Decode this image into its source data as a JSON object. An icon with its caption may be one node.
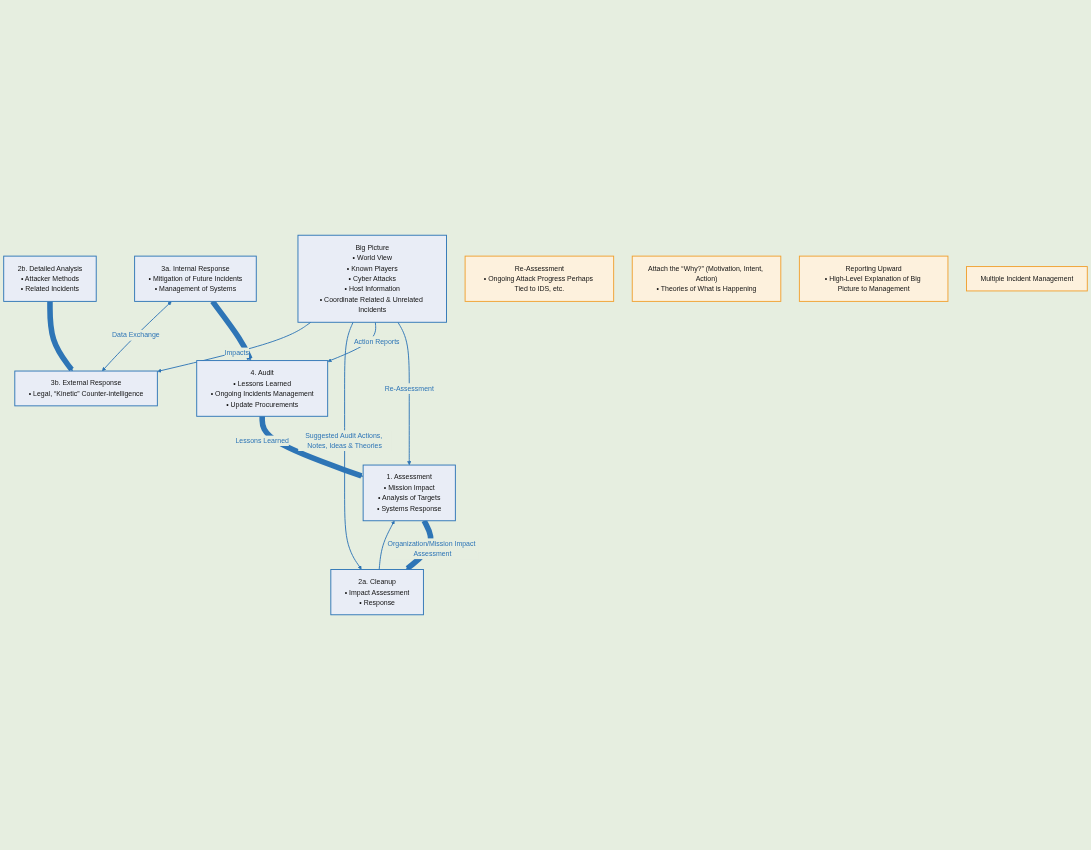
{
  "diagram": {
    "nodes": [
      {
        "text": [
          "1. Assessment",
          "• Mission Impact",
          "• Analysis of Targets",
          "• Systems Response"
        ]
      },
      {
        "text": [
          "4. Audit",
          "• Lessons Learned",
          "• Ongoing Incidents Management",
          "• Update Procurements"
        ]
      },
      {
        "text": [
          "Big Picture",
          "• World View",
          "• Known Players",
          "• Cyber Attacks",
          "• Host Information",
          "• Coordinate Related & Unrelated Incidents"
        ]
      },
      {
        "text": [
          "2a. Cleanup",
          "• Impact Assessment",
          "• Response"
        ]
      },
      {
        "text": [
          "2b. Detailed Analysis",
          "• Attacker Methods",
          "• Related Incidents"
        ]
      },
      {
        "text": [
          "3a. Internal Response",
          "• Mitigation of Future Incidents",
          "• Management of Systems"
        ]
      },
      {
        "text": [
          "3b. External Response",
          "• Legal, “Kinetic” Counter-intelligence"
        ]
      },
      {
        "text": [
          "Re-Assessment",
          "• Ongoing Attack Progress Perhaps Tied to IDS, etc."
        ]
      },
      {
        "text": [
          "Attach the “Why?” (Motivation, Intent, Action)",
          "• Theories of What is Happening"
        ]
      },
      {
        "text": [
          "Reporting Upward",
          "• High-Level Explanation of Big Picture to Management"
        ]
      },
      {
        "text": [
          "Multiple Incident Management"
        ]
      }
    ],
    "edges": [
      {
        "from": 1,
        "to": 0,
        "arrow": "to",
        "label": "Lessons Learned",
        "style": "thick"
      },
      {
        "from": 0,
        "to": 3,
        "arrow": "to",
        "label": "Organization/Mission Impact Assessment",
        "style": "thick"
      },
      {
        "from": 3,
        "to": 0,
        "arrow": "to"
      },
      {
        "from": 2,
        "to": 0,
        "arrow": "to",
        "label": "Re-Assessment"
      },
      {
        "from": 2,
        "to": 1,
        "arrow": "to",
        "label": "Action Reports"
      },
      {
        "from": 2,
        "to": 3,
        "arrow": "to",
        "label": "Suggested Audit Actions, Notes, Ideas & Theories"
      },
      {
        "from": 2,
        "to": 6,
        "arrow": "to",
        "label": "Impacts"
      },
      {
        "from": 4,
        "to": 6,
        "arrow": "to",
        "style": "thick"
      },
      {
        "from": 5,
        "to": 1,
        "arrow": "to",
        "style": "thick"
      },
      {
        "from": 5,
        "to": 6,
        "arrow": "both",
        "label": "Data Exchange"
      }
    ]
  }
}
